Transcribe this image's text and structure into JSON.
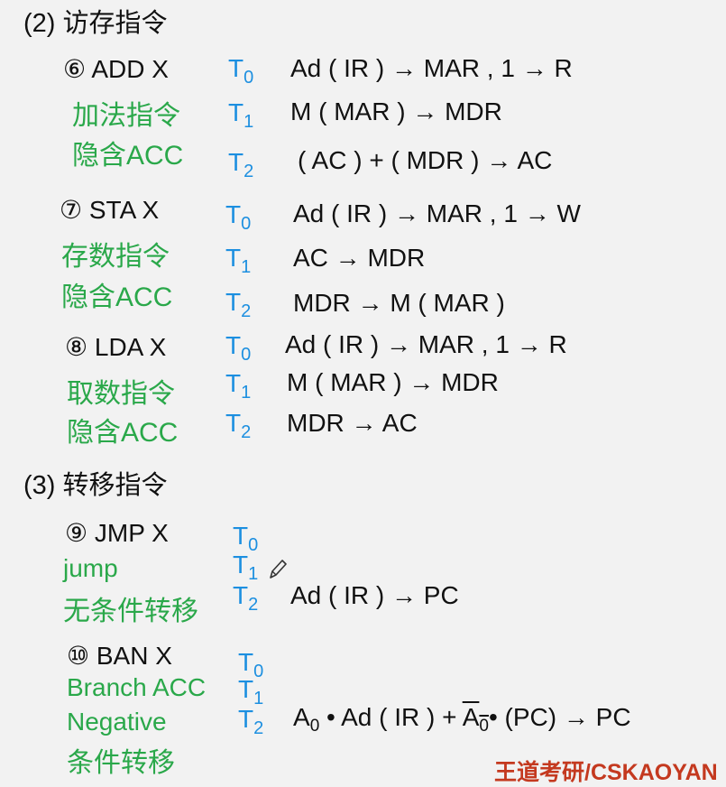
{
  "sections": {
    "memory": "(2) 访存指令",
    "branch": "(3) 转移指令"
  },
  "add": {
    "name": "⑥ ADD  X",
    "desc1": "加法指令",
    "desc2": "隐含ACC",
    "t0": "Ad ( IR ) → MAR ,  1 → R",
    "t1": "M ( MAR ) → MDR",
    "t2": "( AC ) + ( MDR ) → AC"
  },
  "sta": {
    "name": "⑦ STA  X",
    "desc1": "存数指令",
    "desc2": "隐含ACC",
    "t0": "Ad ( IR ) → MAR ,  1 → W",
    "t1": "AC → MDR",
    "t2": "MDR → M ( MAR )"
  },
  "lda": {
    "name": "⑧ LDA  X",
    "desc1": "取数指令",
    "desc2": "隐含ACC",
    "t0": "Ad ( IR ) → MAR ,  1 → R",
    "t1": "M ( MAR ) → MDR",
    "t2": "MDR → AC"
  },
  "jmp": {
    "name": "⑨ JMP  X",
    "desc1": "jump",
    "desc2": "无条件转移",
    "t2": "Ad ( IR ) → PC"
  },
  "ban": {
    "name": "⑩ BAN  X",
    "desc1": "Branch ACC",
    "desc2": "Negative",
    "desc3": "条件转移",
    "op_a": "A",
    "op_sub": "0",
    "op_mid": " • Ad ( IR ) + ",
    "op_a2": "A",
    "op_sub2": "0",
    "op_end": "• (PC) → PC"
  },
  "timing": {
    "t": "T",
    "s0": "0",
    "s1": "1",
    "s2": "2"
  },
  "watermark": "王道考研/CSKAOYAN"
}
